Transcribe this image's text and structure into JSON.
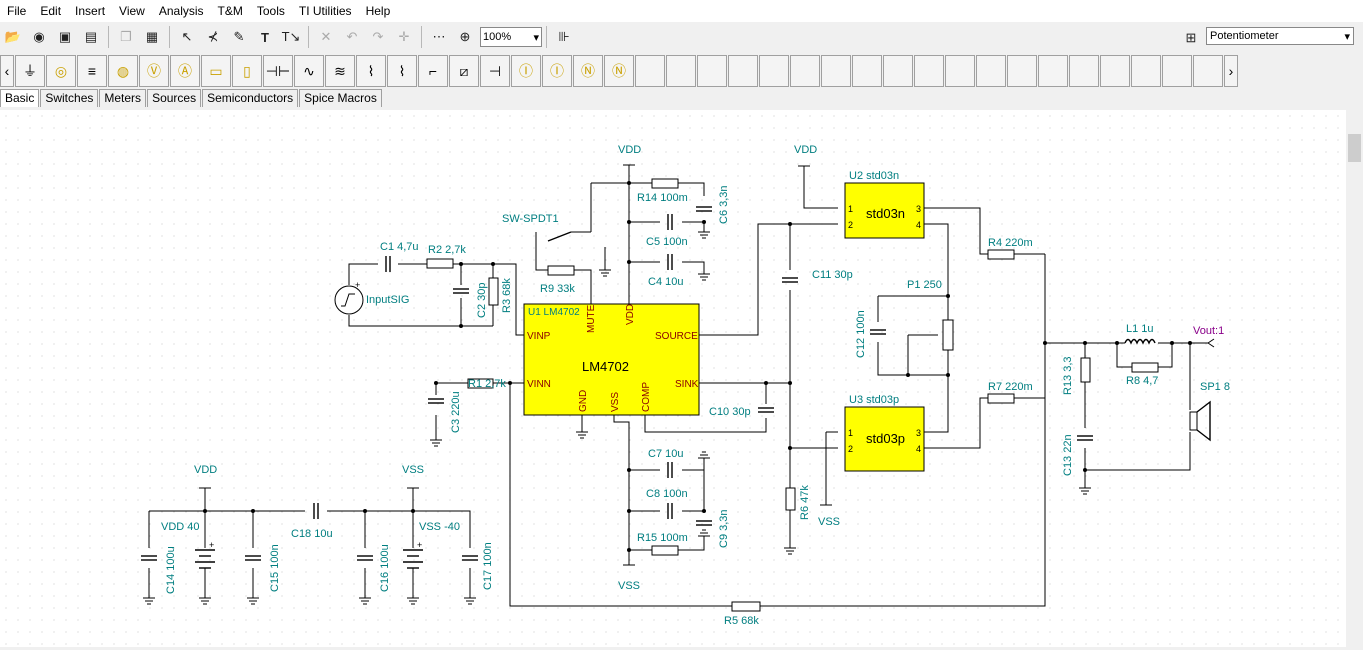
{
  "menu": [
    "File",
    "Edit",
    "Insert",
    "View",
    "Analysis",
    "T&M",
    "Tools",
    "TI Utilities",
    "Help"
  ],
  "toolbar": {
    "zoom": "100%",
    "component_combo": "Potentiometer"
  },
  "tabs": [
    "Basic",
    "Switches",
    "Meters",
    "Sources",
    "Semiconductors",
    "Spice Macros"
  ],
  "palette_icons": [
    "ground-icon",
    "battery-icon",
    "voltage-source-icon",
    "current-source-icon",
    "voltmeter-icon",
    "ammeter-icon",
    "resistor-icon",
    "potentiometer-icon",
    "capacitor-icon",
    "inductor-icon",
    "transformer-icon",
    "switch-icon",
    "diode-icon",
    "ic-icon"
  ],
  "schematic": {
    "labels": {
      "vdd_top1": "VDD",
      "vdd_top2": "VDD",
      "vdd_left": "VDD",
      "vss_left": "VSS",
      "vss_bottom": "VSS",
      "vss_mid": "VSS",
      "r14": "R14 100m",
      "c6": "C6 3,3n",
      "c5": "C5 100n",
      "c4": "C4 10u",
      "sw": "SW-SPDT1",
      "r9": "R9 33k",
      "c1": "C1 4,7u",
      "r2": "R2 2,7k",
      "c2": "C2 30p",
      "r3": "R3 68k",
      "source": "InputSIG",
      "u1": "U1 LM4702",
      "lm": "LM4702",
      "vinp": "VINP",
      "vinn": "VINN",
      "mute": "MUTE",
      "vdd_pin": "VDD",
      "gnd": "GND",
      "vss_pin": "VSS",
      "comp": "COMP",
      "srcpin": "SOURCE",
      "sink": "SINK",
      "r1": "R1 2,7k",
      "c3": "C3 220u",
      "c11": "C11 30p",
      "c10": "C10 30p",
      "u2": "U2 std03n",
      "std03n": "std03n",
      "u3": "U3 std03p",
      "std03p": "std03p",
      "p1": "P1 250",
      "c12": "C12 100n",
      "r4": "R4 220m",
      "r7": "R7 220m",
      "c7": "C7 10u",
      "c8": "C8 100n",
      "r15": "R15 100m",
      "c9": "C9 3,3n",
      "r6": "R6 47k",
      "r13": "R13 3,3",
      "c13": "C13 22n",
      "l1": "L1 1u",
      "r8": "R8 4,7",
      "vout": "Vout:1",
      "sp1": "SP1 8",
      "vdd40": "VDD 40",
      "vssm40": "VSS -40",
      "c14": "C14 100u",
      "c15": "C15 100n",
      "c18": "C18 10u",
      "c16": "C16 100u",
      "c17": "C17 100n",
      "r5": "R5 68k",
      "pin1a": "1",
      "pin2a": "2",
      "pin3a": "3",
      "pin4a": "4",
      "pin1b": "1",
      "pin2b": "2",
      "pin3b": "3",
      "pin4b": "4"
    }
  }
}
